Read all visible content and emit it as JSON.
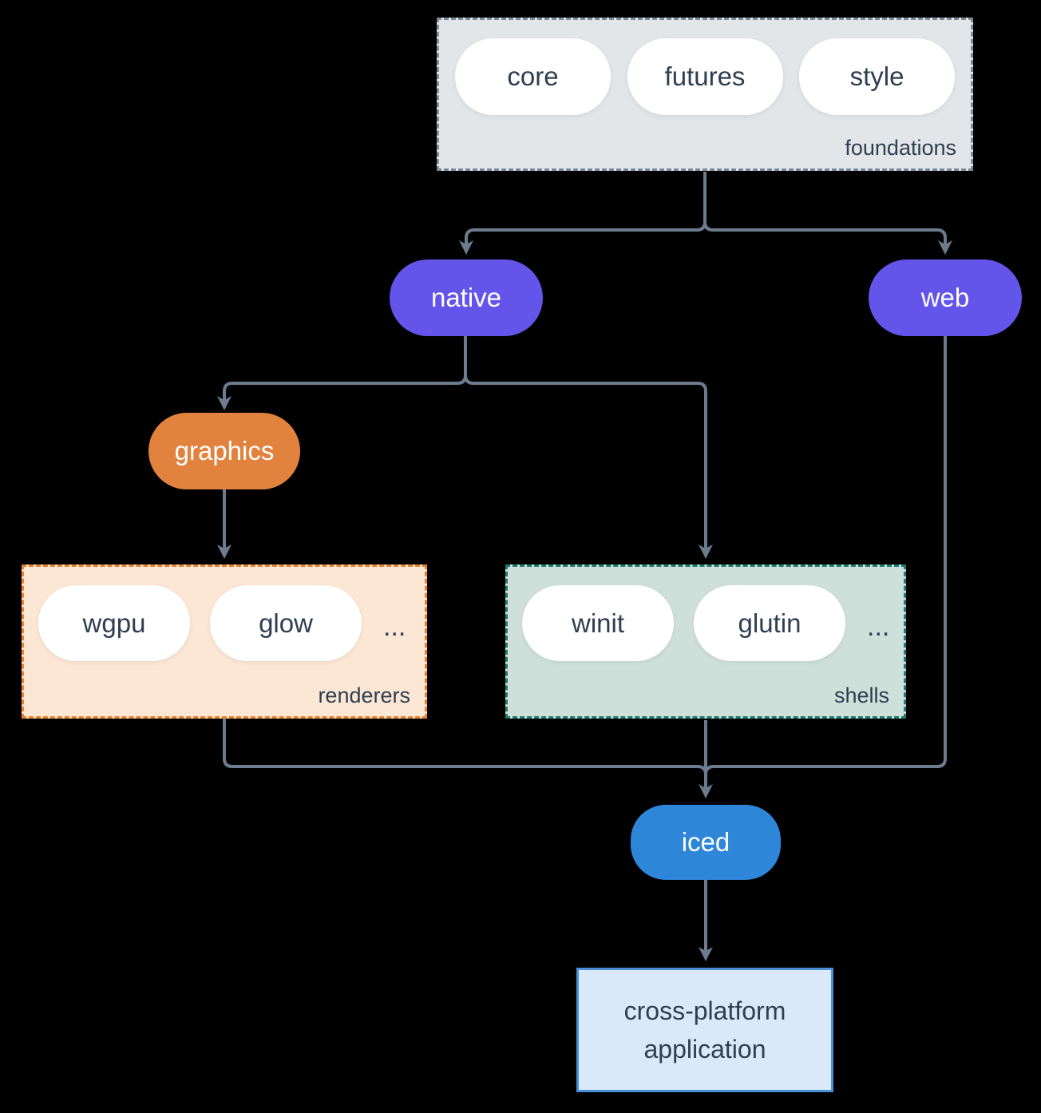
{
  "palette": {
    "background": "#000000",
    "line": "#6c7b8d",
    "text_dark": "#2f3e50",
    "text_light": "#ffffff",
    "purple": "#6355e9",
    "orange": "#e2823f",
    "blue": "#2e86d8",
    "foundations_fill": "#e2e6e9",
    "foundations_border": "#7b8a99",
    "renderers_fill": "#fce6d4",
    "renderers_border": "#e8822b",
    "shells_fill": "#cfe0da",
    "shells_border": "#1e7e6d",
    "app_fill": "#d9e9f9",
    "app_border": "#4a90d9"
  },
  "groups": {
    "foundations": {
      "label": "foundations",
      "items": [
        "core",
        "futures",
        "style"
      ]
    },
    "renderers": {
      "label": "renderers",
      "items": [
        "wgpu",
        "glow"
      ],
      "more": "..."
    },
    "shells": {
      "label": "shells",
      "items": [
        "winit",
        "glutin"
      ],
      "more": "..."
    }
  },
  "nodes": {
    "native": {
      "label": "native"
    },
    "web": {
      "label": "web"
    },
    "graphics": {
      "label": "graphics"
    },
    "iced": {
      "label": "iced"
    },
    "application": {
      "lines": [
        "cross-platform",
        "application"
      ]
    }
  }
}
